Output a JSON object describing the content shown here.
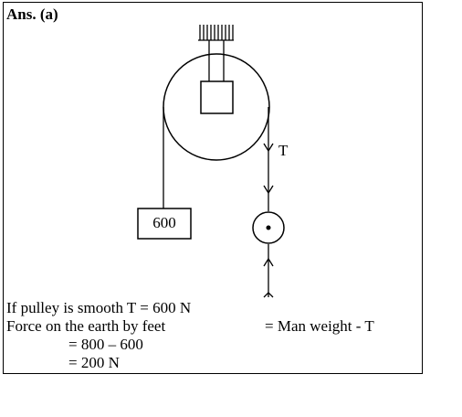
{
  "heading": "Ans. (a)",
  "diagram": {
    "tension_label": "T",
    "block_label": "600"
  },
  "solution": {
    "line1": "If pulley is smooth T = 600 N",
    "line2_left": "Force on the earth by feet",
    "line2_right": "= Man weight - T",
    "line3": "= 800 – 600",
    "line4": "= 200 N"
  }
}
